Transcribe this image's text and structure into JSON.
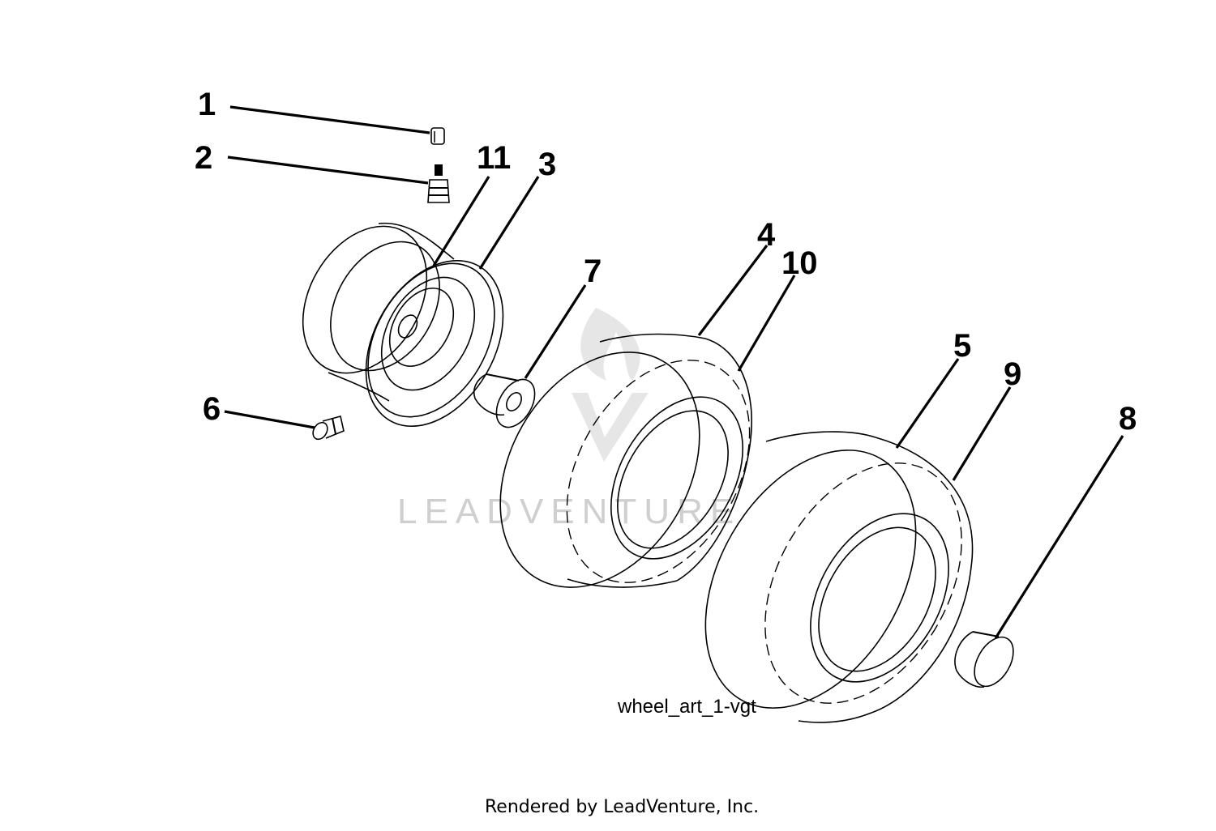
{
  "diagram": {
    "callouts": [
      {
        "id": "1",
        "label": "1"
      },
      {
        "id": "2",
        "label": "2"
      },
      {
        "id": "11",
        "label": "11"
      },
      {
        "id": "3",
        "label": "3"
      },
      {
        "id": "7",
        "label": "7"
      },
      {
        "id": "4",
        "label": "4"
      },
      {
        "id": "10",
        "label": "10"
      },
      {
        "id": "5",
        "label": "5"
      },
      {
        "id": "9",
        "label": "9"
      },
      {
        "id": "8",
        "label": "8"
      },
      {
        "id": "6",
        "label": "6"
      }
    ],
    "caption": "wheel_art_1-vgt",
    "watermark": "LEADVENTURE",
    "footer": "Rendered by LeadVenture, Inc.",
    "colors": {
      "line": "#000000",
      "watermark": "#cfcfcf",
      "background": "#ffffff"
    }
  }
}
